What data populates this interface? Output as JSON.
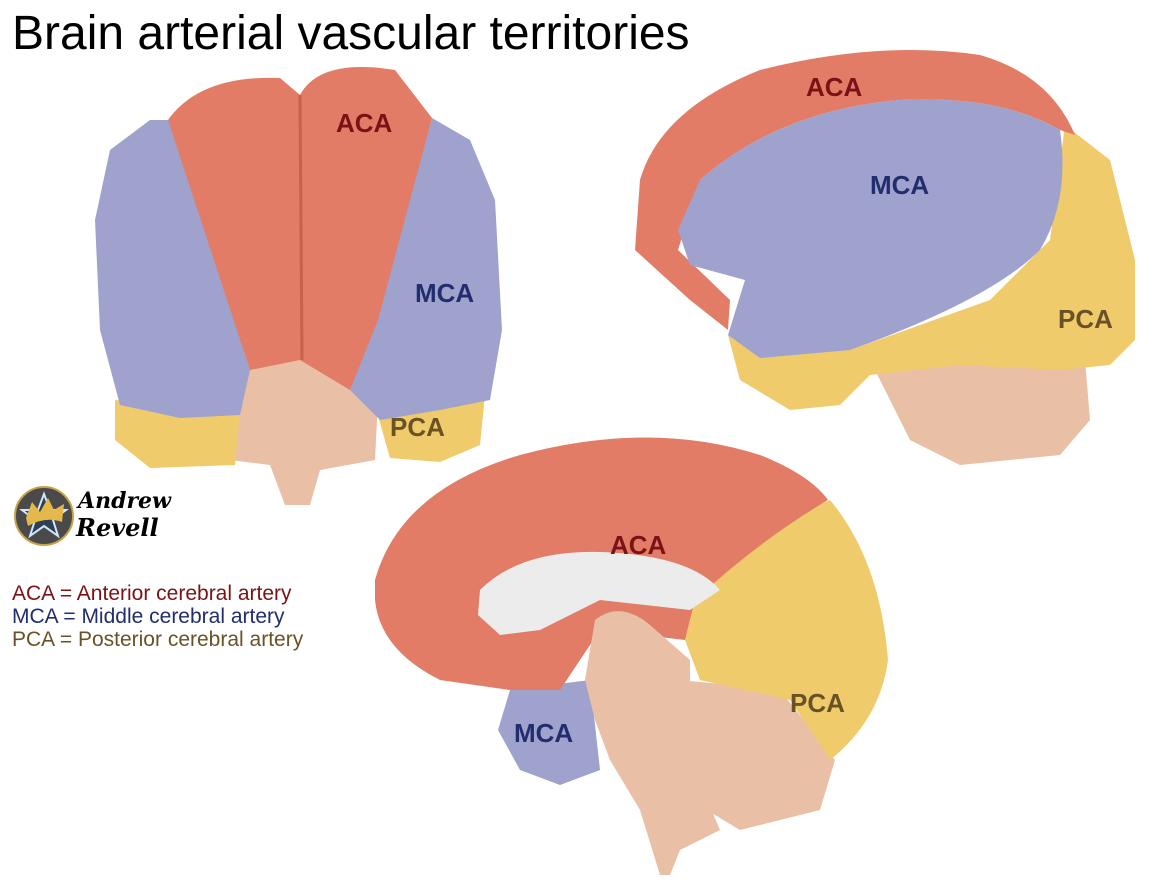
{
  "title": "Brain arterial vascular territories",
  "colors": {
    "aca": "#e27c66",
    "mca": "#9ea2cc",
    "pca": "#efcb6c",
    "brainstem": "#e9bfa5",
    "ventricle": "#ececec",
    "aca_text": "#7b1216",
    "mca_text": "#222d6e",
    "pca_text": "#6b5226"
  },
  "views": {
    "frontal": {
      "aca": "ACA",
      "mca": "MCA",
      "pca": "PCA"
    },
    "lateral": {
      "aca": "ACA",
      "mca": "MCA",
      "pca": "PCA"
    },
    "medial": {
      "aca": "ACA",
      "mca": "MCA",
      "pca": "PCA"
    }
  },
  "logo": {
    "text": "Andrew Revell"
  },
  "legend": [
    {
      "abbr": "ACA",
      "text": "ACA = Anterior cerebral artery"
    },
    {
      "abbr": "MCA",
      "text": "MCA = Middle cerebral artery"
    },
    {
      "abbr": "PCA",
      "text": "PCA = Posterior cerebral artery"
    }
  ]
}
